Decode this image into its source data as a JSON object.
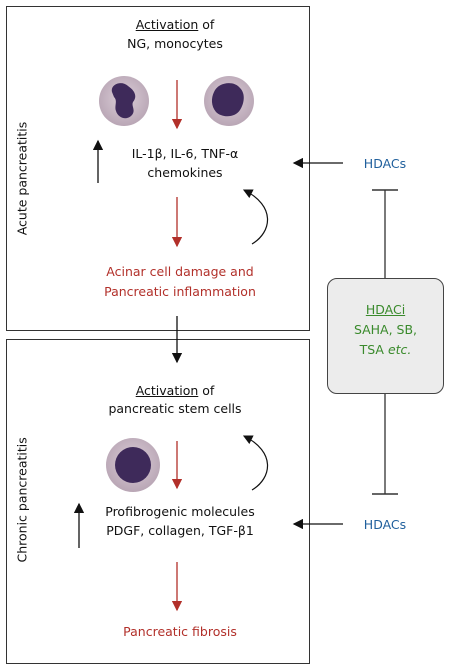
{
  "acute": {
    "side_label": "Acute pancreatitis",
    "activation_title": "Activation",
    "activation_of": " of",
    "activation_target": "NG, monocytes",
    "cytokines_line1": "IL-1β, IL-6, TNF-α",
    "cytokines_line2": "chemokines",
    "damage_line1": "Acinar cell damage and",
    "damage_line2": "Pancreatic inflammation"
  },
  "chronic": {
    "side_label": "Chronic pancreatitis",
    "activation_title": "Activation",
    "activation_of": " of",
    "activation_target": "pancreatic stem cells",
    "molecules_line1": "Profibrogenic molecules",
    "molecules_line2": "PDGF, collagen, TGF-β1",
    "outcome": "Pancreatic fibrosis"
  },
  "hdacs_top": "HDACs",
  "hdacs_bottom": "HDACs",
  "hdaci": {
    "title": "HDACi",
    "line2": "SAHA, SB,",
    "line3_main": "TSA ",
    "line3_italic": "etc."
  },
  "colors": {
    "red": "#b2302a",
    "blue": "#1f5f9c",
    "green": "#3a8a2c",
    "cell_body": "#c9b9c6",
    "nucleus": "#3e2a5a"
  }
}
